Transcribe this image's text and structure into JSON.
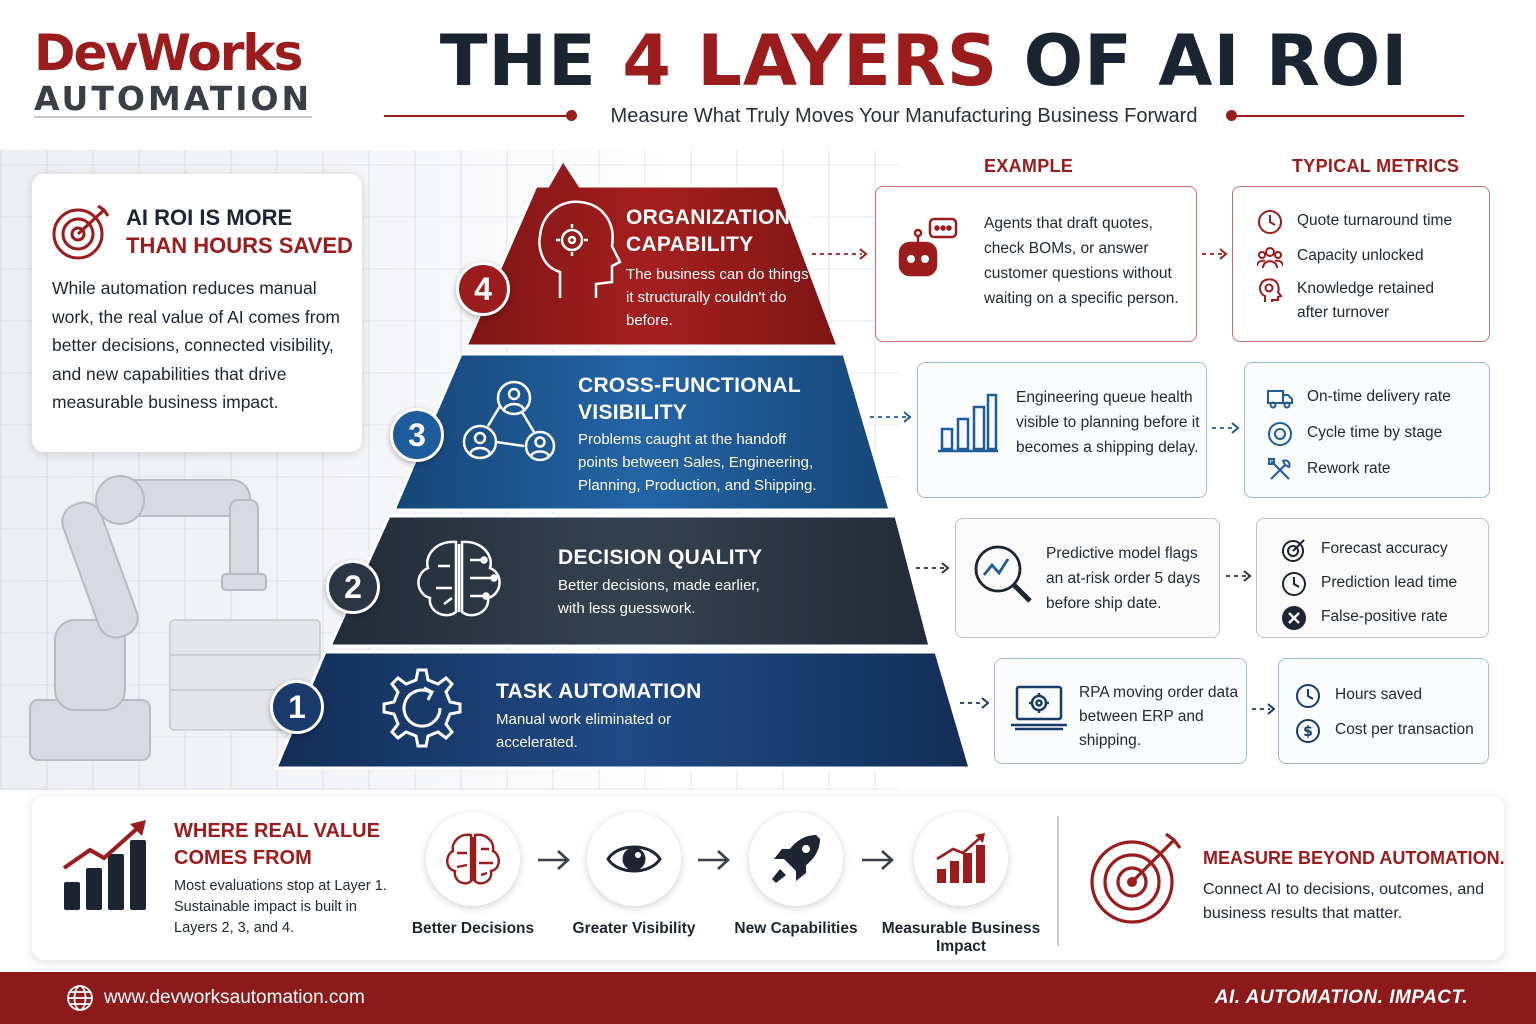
{
  "logo": {
    "top": "DevWorks",
    "bottom": "AUTOMATION"
  },
  "header": {
    "title_pre": "THE ",
    "title_accent": "4 LAYERS",
    "title_post": " OF AI ROI",
    "subtitle": "Measure What Truly Moves Your Manufacturing Business Forward"
  },
  "intro": {
    "heading_line1": "AI ROI IS MORE",
    "heading_line2": "THAN HOURS SAVED",
    "body": "While automation reduces manual work, the real value of AI comes from better decisions, connected visibility, and new capabilities that drive measurable business impact."
  },
  "columns": {
    "example": "EXAMPLE",
    "metrics": "TYPICAL METRICS"
  },
  "layers": [
    {
      "number": "4",
      "title_line1": "ORGANIZATIONAL",
      "title_line2": "CAPABILITY",
      "description": "The business can do things it structurally couldn't do before.",
      "example": "Agents that draft quotes, check BOMs, or answer customer questions without waiting on a specific person.",
      "metrics": [
        "Quote turnaround time",
        "Capacity unlocked",
        "Knowledge retained after turnover"
      ],
      "color": "#9b1c1c"
    },
    {
      "number": "3",
      "title_line1": "CROSS-FUNCTIONAL",
      "title_line2": "VISIBILITY",
      "description": "Problems caught at the handoff points between Sales, Engineering, Planning, Production, and Shipping.",
      "example": "Engineering queue health visible to planning before it becomes a shipping delay.",
      "metrics": [
        "On-time delivery rate",
        "Cycle time by stage",
        "Rework rate"
      ],
      "color": "#1f5c9c"
    },
    {
      "number": "2",
      "title_line1": "DECISION QUALITY",
      "title_line2": "",
      "description": "Better decisions, made earlier, with less guesswork.",
      "example": "Predictive model flags an at-risk order 5 days before ship date.",
      "metrics": [
        "Forecast accuracy",
        "Prediction lead time",
        "False-positive rate"
      ],
      "color": "#2b3544"
    },
    {
      "number": "1",
      "title_line1": "TASK AUTOMATION",
      "title_line2": "",
      "description": "Manual work eliminated or accelerated.",
      "example": "RPA moving order data between ERP and shipping.",
      "metrics": [
        "Hours saved",
        "Cost per transaction"
      ],
      "color": "#193a6b"
    }
  ],
  "value": {
    "title_line1": "WHERE REAL VALUE",
    "title_line2": "COMES FROM",
    "description": "Most evaluations stop at Layer 1. Sustainable impact is built in Layers 2, 3, and 4.",
    "steps": [
      "Better Decisions",
      "Greater Visibility",
      "New Capabilities",
      "Measurable Business Impact"
    ]
  },
  "measure": {
    "title": "MEASURE BEYOND AUTOMATION.",
    "description": "Connect AI to decisions, outcomes, and business results that matter."
  },
  "footer": {
    "url": "www.devworksautomation.com",
    "tagline": "AI. AUTOMATION. IMPACT."
  },
  "icons": {
    "intro": "target-icon",
    "layer4": "head-gear-icon",
    "layer3": "network-people-icon",
    "layer2": "brain-circuit-icon",
    "layer1": "gear-cycle-icon",
    "example4": "robot-chat-icon",
    "example3": "bar-chart-icon",
    "example2": "magnifier-chart-icon",
    "example1": "laptop-gear-icon"
  }
}
